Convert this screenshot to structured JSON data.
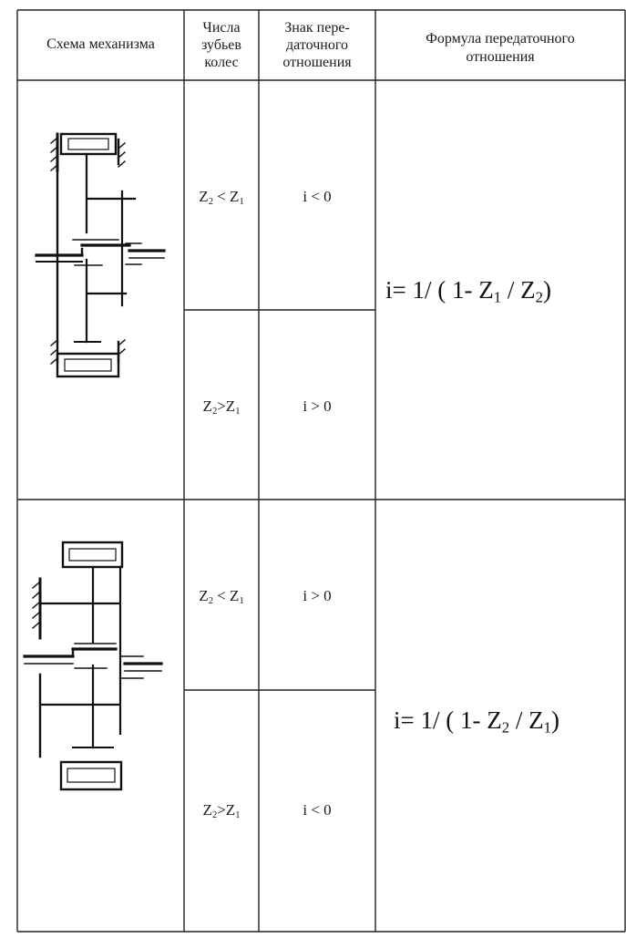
{
  "table": {
    "headers": {
      "scheme": "Схема механизма",
      "teeth": [
        "Числа",
        "зубьев",
        "колес"
      ],
      "sign": [
        "Знак пере-",
        "даточного",
        "отношения"
      ],
      "formula": [
        "Формула передаточного",
        "отношения"
      ]
    },
    "groups": [
      {
        "rows": [
          {
            "condition": {
              "a": "Z",
              "a_sub": "2",
              "op": " < ",
              "b": "Z",
              "b_sub": "1"
            },
            "sign": "i < 0"
          },
          {
            "condition": {
              "a": "Z",
              "a_sub": "2",
              "op": ">",
              "b": "Z",
              "b_sub": "1"
            },
            "sign": "i > 0"
          }
        ],
        "formula": {
          "prefix": "i= 1/ ( 1- Z",
          "s1": "1",
          "mid": " / Z",
          "s2": "2",
          "suffix": ")"
        }
      },
      {
        "rows": [
          {
            "condition": {
              "a": "Z",
              "a_sub": "2",
              "op": " < ",
              "b": "Z",
              "b_sub": "1"
            },
            "sign": "i > 0"
          },
          {
            "condition": {
              "a": "Z",
              "a_sub": "2",
              "op": ">",
              "b": "Z",
              "b_sub": "1"
            },
            "sign": "i < 0"
          }
        ],
        "formula": {
          "prefix": "i= 1/ ( 1- Z",
          "s1": "2",
          "mid": " / Z",
          "s2": "1",
          "suffix": ")"
        }
      }
    ]
  }
}
